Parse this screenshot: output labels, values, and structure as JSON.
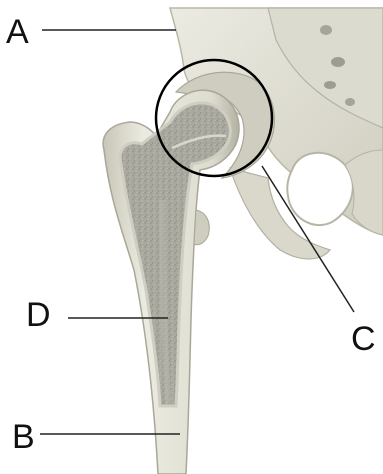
{
  "diagram": {
    "labels": {
      "a": "A",
      "b": "B",
      "c": "C",
      "d": "D"
    }
  },
  "colors": {
    "bone": "#e4e3d6",
    "bone_shadow": "#b9b7a6",
    "marrow": "#a6a59b",
    "circle": "#000000",
    "leader": "#222222"
  }
}
